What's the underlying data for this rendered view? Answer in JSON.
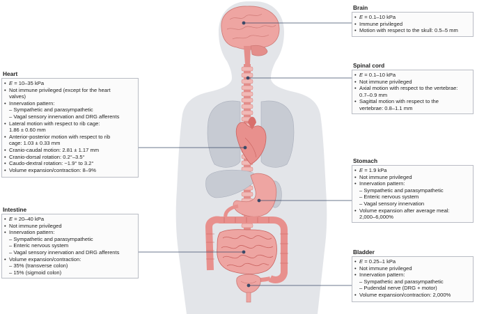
{
  "organs": {
    "brain": {
      "title": "Brain",
      "items": [
        {
          "var": "E",
          "text": " = 0.1–10 kPa"
        },
        {
          "text": "Immune privileged"
        },
        {
          "text": "Motion with respect to the skull: 0.5–5 mm"
        }
      ]
    },
    "spinal": {
      "title": "Spinal cord",
      "items": [
        {
          "var": "E",
          "text": " = 0.1–10 kPa"
        },
        {
          "text": "Not immune privileged"
        },
        {
          "text": "Axial motion with respect to the vertebrae:"
        },
        {
          "sub": true,
          "text": "0.7–0.9 mm"
        },
        {
          "text": "Sagittal motion with respect to the"
        },
        {
          "sub": true,
          "text": "vertebrae: 0.8–1.1 mm"
        }
      ]
    },
    "heart": {
      "title": "Heart",
      "items": [
        {
          "var": "E",
          "text": " = 10–35 kPa"
        },
        {
          "text": "Not immune privileged (except for the heart"
        },
        {
          "sub": true,
          "text": "valves)"
        },
        {
          "text": "Innervation pattern:"
        },
        {
          "sub": true,
          "text": "– Sympathetic and parasympathetic"
        },
        {
          "sub": true,
          "text": "– Vagal sensory innervation and DRG afferents"
        },
        {
          "text": "Lateral motion with respect to rib cage:"
        },
        {
          "sub": true,
          "text": "1.86 ± 0.60 mm"
        },
        {
          "text": "Anterior-posterior motion with respect to rib"
        },
        {
          "sub": true,
          "text": "cage: 1.03 ± 0.33 mm"
        },
        {
          "text": "Cranio-caudal motion: 2.81 ± 1.17 mm"
        },
        {
          "text": "Cranio-dorsal rotation: 0.2°–3.5°"
        },
        {
          "text": "Caudo-dextral rotation: −1.9° to 3.2°"
        },
        {
          "text": "Volume expansion/contraction: 8–9%"
        }
      ]
    },
    "stomach": {
      "title": "Stomach",
      "items": [
        {
          "var": "E",
          "text": " = 1.9 kPa"
        },
        {
          "text": "Not immune privileged"
        },
        {
          "text": "Innervation pattern:"
        },
        {
          "sub": true,
          "text": "– Sympathetic and parasympathetic"
        },
        {
          "sub": true,
          "text": "– Enteric nervous system"
        },
        {
          "sub": true,
          "text": "– Vagal sensory innervation"
        },
        {
          "text": "Volume expansion after average meal:"
        },
        {
          "sub": true,
          "text": "2,000–6,000%"
        }
      ]
    },
    "intestine": {
      "title": "Intestine",
      "items": [
        {
          "var": "E",
          "text": " = 20–40 kPa"
        },
        {
          "text": "Not immune privileged"
        },
        {
          "text": "Innervation pattern:"
        },
        {
          "sub": true,
          "text": "– Sympathetic and parasympathetic"
        },
        {
          "sub": true,
          "text": "– Enteric nervous system"
        },
        {
          "sub": true,
          "text": "– Vagal sensory innervation and DRG afferents"
        },
        {
          "text": "Volume expansion/contraction:"
        },
        {
          "sub": true,
          "text": "– 35% (transverse colon)"
        },
        {
          "sub": true,
          "text": "– 15% (sigmoid colon)"
        }
      ]
    },
    "bladder": {
      "title": "Bladder",
      "items": [
        {
          "var": "E",
          "text": " = 0.25–1 kPa"
        },
        {
          "text": "Not immune privileged"
        },
        {
          "text": "Innervation pattern:"
        },
        {
          "sub": true,
          "text": "– Sympathetic and parasympathetic"
        },
        {
          "sub": true,
          "text": "– Pudendal nerve (DRG + motor)"
        },
        {
          "text": "Volume expansion/contraction: 2,000%"
        }
      ]
    }
  },
  "colors": {
    "body": "#e3e5e9",
    "lung": "#c7cbd3",
    "organ": "#eea5a2",
    "organ_dark": "#d86f6c",
    "leader": "#3a4a68"
  }
}
